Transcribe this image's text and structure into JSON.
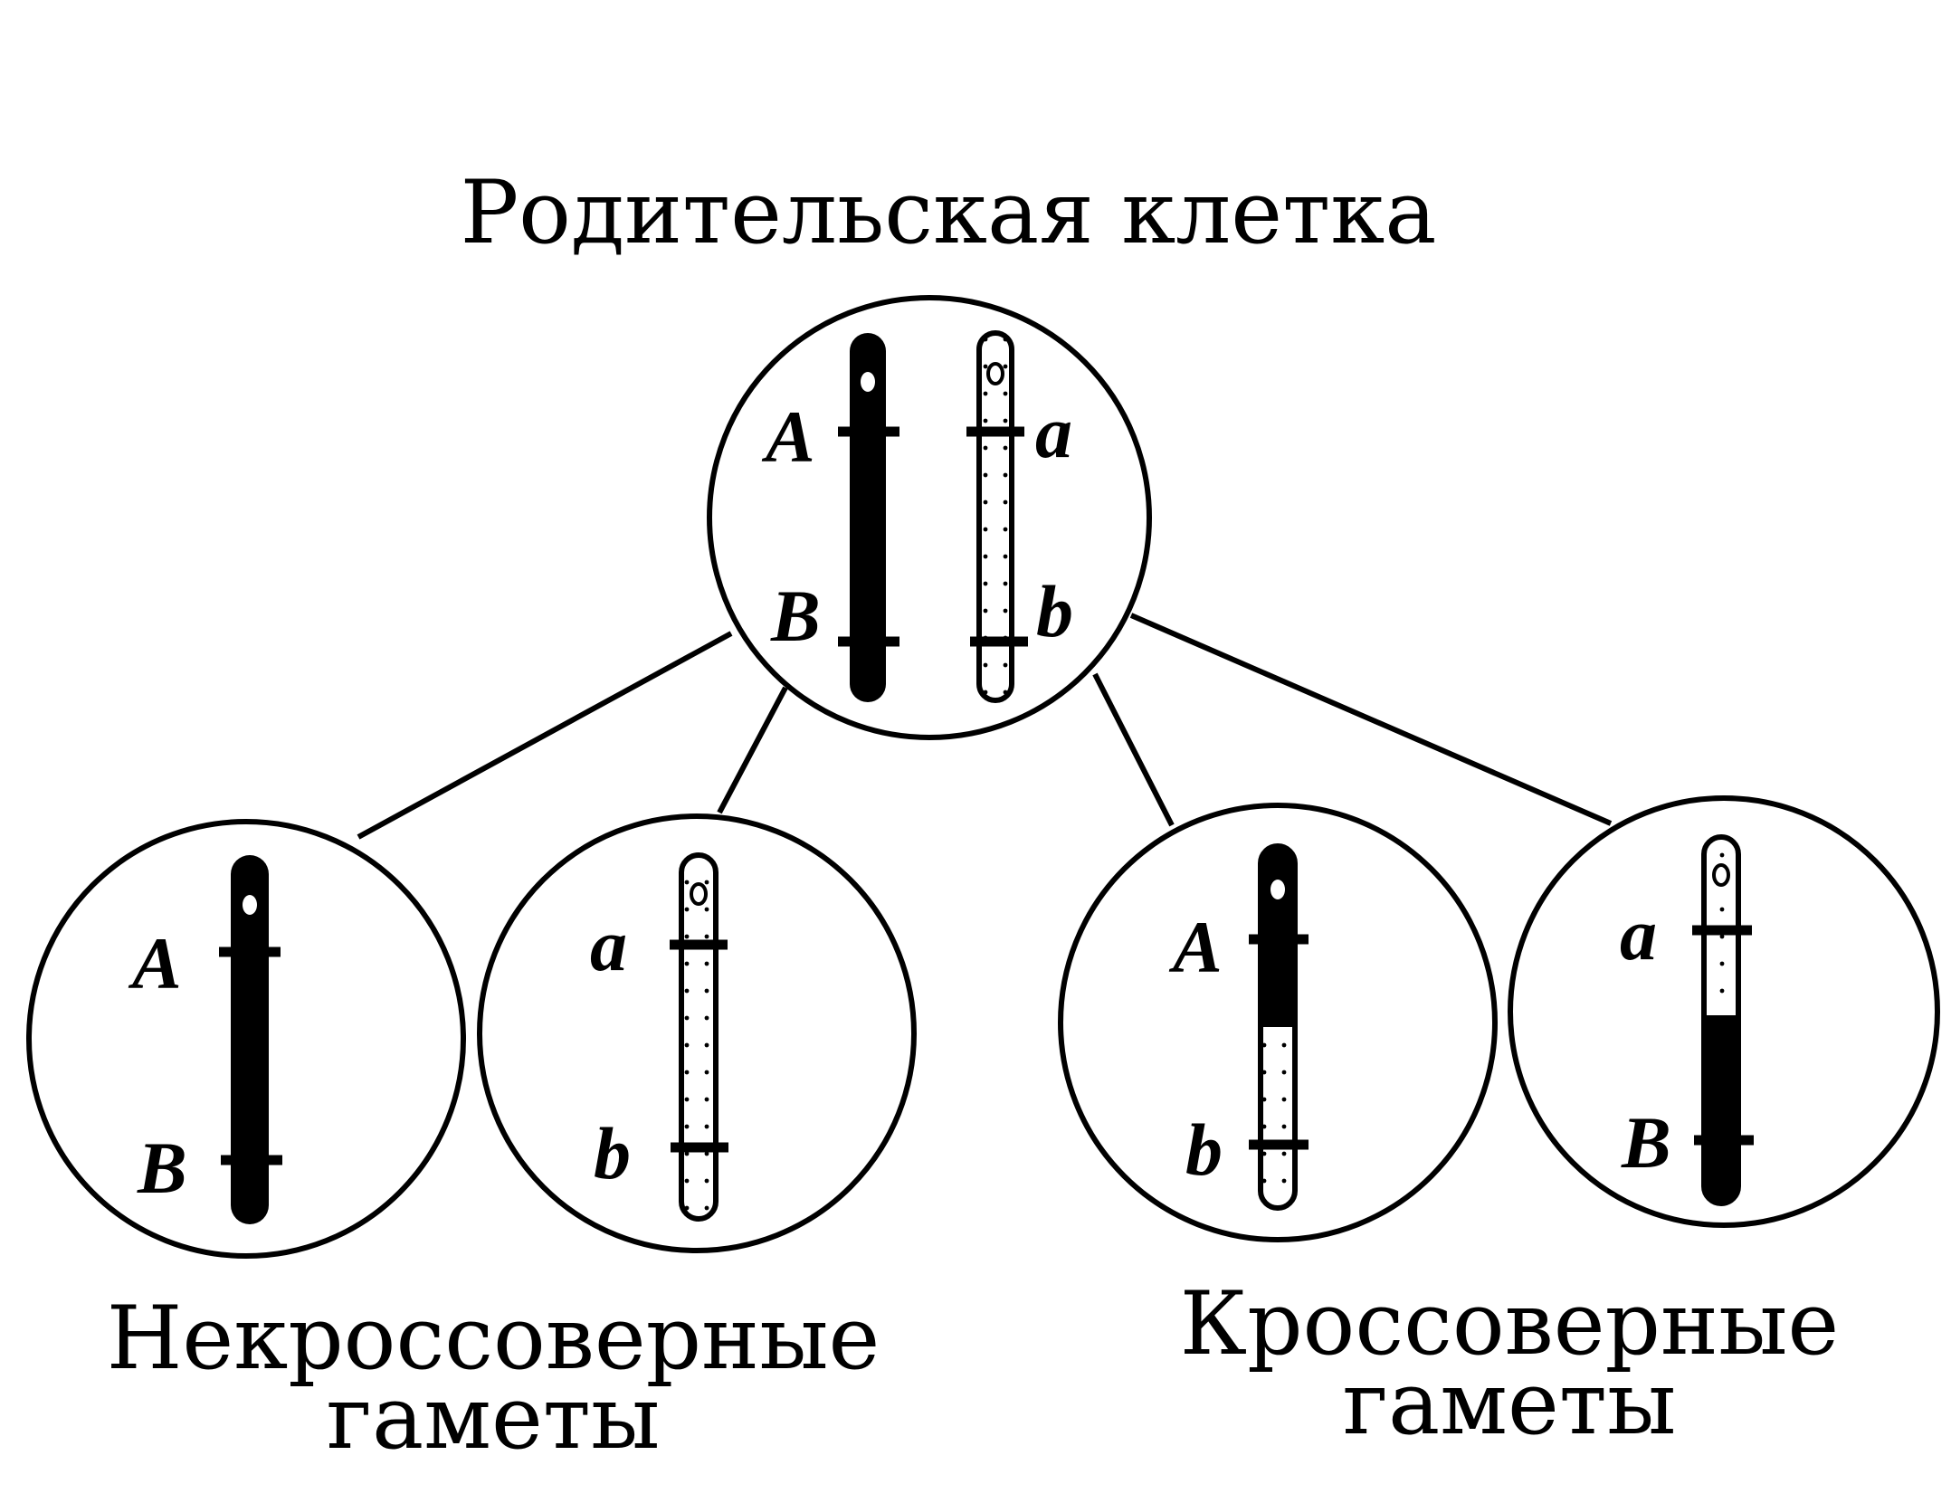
{
  "title": "Родительская клетка",
  "parent": {
    "left_chromosome": {
      "alleles": [
        "A",
        "B"
      ],
      "fill": "dark"
    },
    "right_chromosome": {
      "alleles": [
        "a",
        "b"
      ],
      "fill": "dotted"
    }
  },
  "gametes": [
    {
      "top_allele": "A",
      "bottom_allele": "B",
      "top_fill": "dark",
      "bottom_fill": "dark"
    },
    {
      "top_allele": "a",
      "bottom_allele": "b",
      "top_fill": "dotted",
      "bottom_fill": "dotted"
    },
    {
      "top_allele": "A",
      "bottom_allele": "b",
      "top_fill": "dark",
      "bottom_fill": "dotted"
    },
    {
      "top_allele": "a",
      "bottom_allele": "B",
      "top_fill": "dotted",
      "bottom_fill": "dark"
    }
  ],
  "groups": {
    "noncrossover": {
      "line1": "Некроссоверные",
      "line2": "гаметы"
    },
    "crossover": {
      "line1": "Кроссоверные",
      "line2": "гаметы"
    }
  },
  "colors": {
    "ink": "#000000",
    "paper": "#ffffff"
  }
}
